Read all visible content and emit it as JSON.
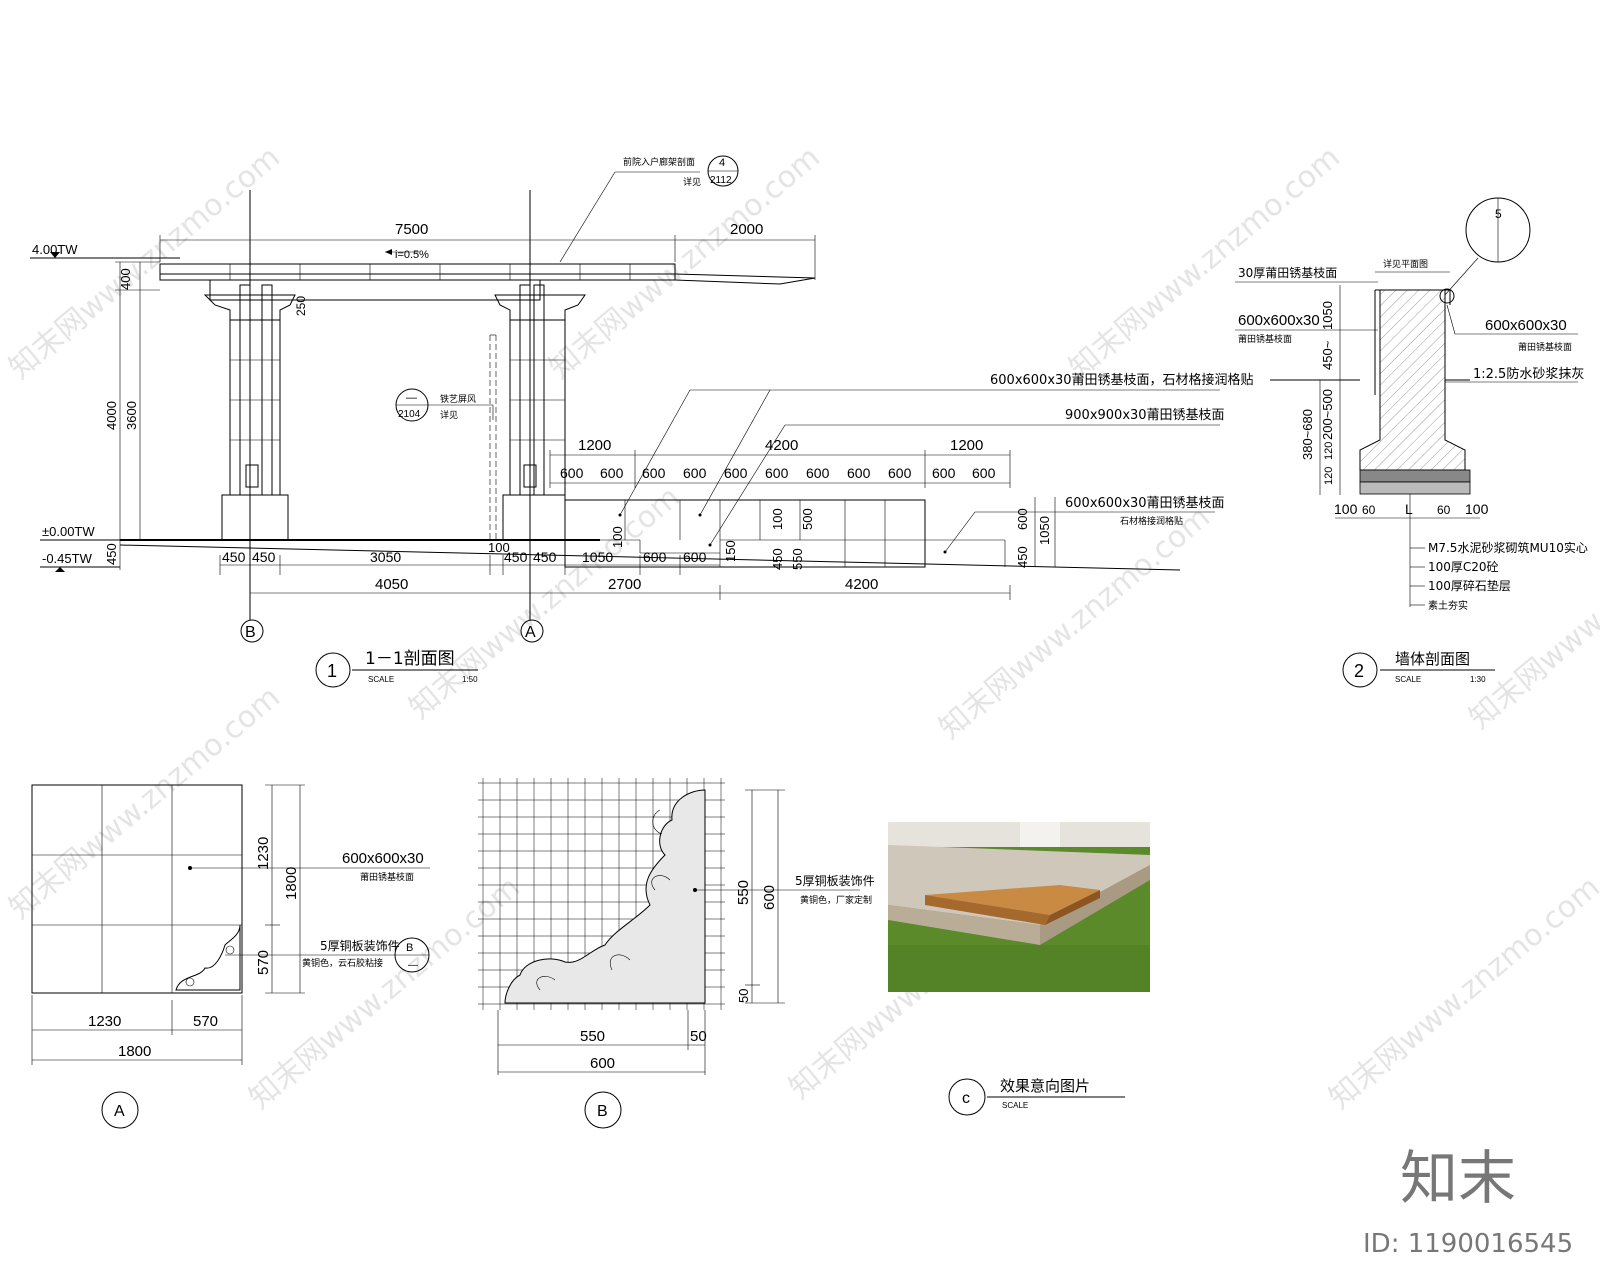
{
  "section_1": {
    "title": "1－1剖面图",
    "number": "1",
    "scale_label": "SCALE",
    "scale": "1:50",
    "level_top": "4.00TW",
    "level_zero": "±0.00TW",
    "level_minus": "-0.45TW",
    "slope": "i=0.5%",
    "dims_top": [
      "7500",
      "2000"
    ],
    "dims_left": [
      "400",
      "4000",
      "3600",
      "450"
    ],
    "beam_dim": "250",
    "dims_bottom_row1": [
      "450",
      "450",
      "3050",
      "100",
      "450",
      "450",
      "1050",
      "600",
      "600"
    ],
    "dims_bottom_row2": [
      "4050",
      "2700",
      "4200"
    ],
    "dims_steps_top": [
      "1200",
      "4200",
      "1200"
    ],
    "dims_steps_600": [
      "600",
      "600",
      "600",
      "600",
      "600",
      "600",
      "600",
      "600",
      "600",
      "600",
      "600"
    ],
    "dims_steps_vert": [
      "100",
      "150",
      "450",
      "100",
      "550",
      "500",
      "450",
      "600",
      "1050"
    ],
    "axis_b": "B",
    "axis_a": "A",
    "ref_pergola": "前院入户廊架剖面",
    "ref_pergola_see": "详见",
    "ref_pergola_num": "4",
    "ref_pergola_sheet": "2112",
    "ref_screen": "铁艺屏风",
    "ref_screen_see": "详见",
    "ref_screen_num": "—",
    "ref_screen_sheet": "2104",
    "callout_1": "600x600x30莆田锈基枝面，石材格接润格贴",
    "callout_2": "900x900x30莆田锈基枝面",
    "callout_3": "600x600x30莆田锈基枝面",
    "callout_3b": "石材格接润格贴"
  },
  "section_2": {
    "title": "墙体剖面图",
    "number": "2",
    "scale_label": "SCALE",
    "scale": "1:30",
    "detail_num": "5",
    "detail_ref": "详见平面图",
    "label_1": "30厚莆田锈基枝面",
    "label_2": "600x600x30",
    "label_2b": "莆田锈基枝面",
    "label_3": "600x600x30",
    "label_3b": "莆田锈基枝面",
    "label_4": "1:2.5防水砂浆抹灰",
    "label_5": "M7.5水泥砂浆砌筑MU10实心",
    "label_6": "100厚C20砼",
    "label_7": "100厚碎石垫层",
    "label_8": "素土夯实",
    "dims_v": [
      "1050",
      "450~",
      "200~500",
      "380~680",
      "120",
      "120"
    ],
    "dims_h": [
      "100",
      "60",
      "L",
      "60",
      "100"
    ]
  },
  "detail_a": {
    "label": "A",
    "dims_h": [
      "1230",
      "570",
      "1800"
    ],
    "dims_v": [
      "1230",
      "1800",
      "570"
    ],
    "callout": "600x600x30",
    "callout_b": "莆田锈基枝面",
    "callout_2": "5厚铜板装饰件",
    "callout_2b": "黄铜色，云石胶粘接",
    "ref_num": "B",
    "ref_sheet": "—"
  },
  "detail_b": {
    "label": "B",
    "dims_h": [
      "550",
      "50",
      "600"
    ],
    "dims_v": [
      "550",
      "600",
      "50"
    ],
    "callout": "5厚铜板装饰件",
    "callout_b": "黄铜色，厂家定制"
  },
  "detail_c": {
    "label": "c",
    "title": "效果意向图片",
    "scale_label": "SCALE"
  },
  "branding": {
    "logo": "知末",
    "id": "ID: 1190016545",
    "watermark": "知末网www.znzmo.com"
  }
}
